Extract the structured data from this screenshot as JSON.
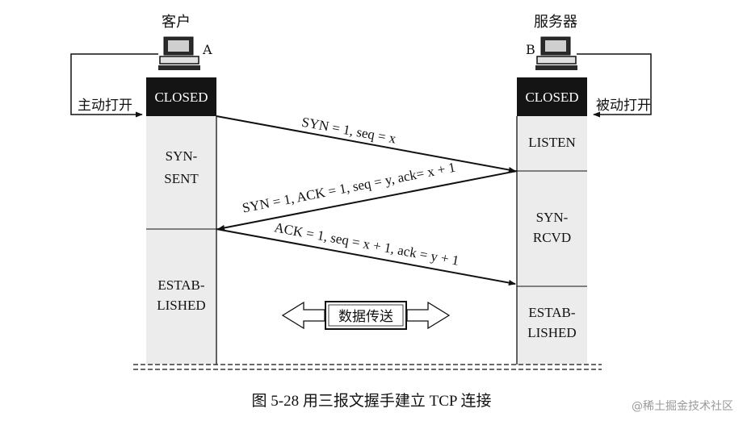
{
  "client": {
    "title": "客户",
    "letter": "A",
    "closed": "CLOSED",
    "open_label": "主动打开",
    "states": [
      [
        "SYN-",
        "SENT"
      ],
      [
        "ESTAB-",
        "LISHED"
      ]
    ]
  },
  "server": {
    "title": "服务器",
    "letter": "B",
    "closed": "CLOSED",
    "open_label": "被动打开",
    "states": [
      [
        "LISTEN"
      ],
      [
        "SYN-",
        "RCVD"
      ],
      [
        "ESTAB-",
        "LISHED"
      ]
    ]
  },
  "messages": [
    {
      "text": "SYN = 1, seq = x"
    },
    {
      "text": "SYN = 1, ACK = 1, seq = y, ack= x + 1"
    },
    {
      "text": "ACK = 1, seq = x + 1, ack = y + 1"
    }
  ],
  "data_transfer": "数据传送",
  "caption": "图 5-28  用三报文握手建立 TCP 连接",
  "watermark": "@稀土掘金技术社区"
}
